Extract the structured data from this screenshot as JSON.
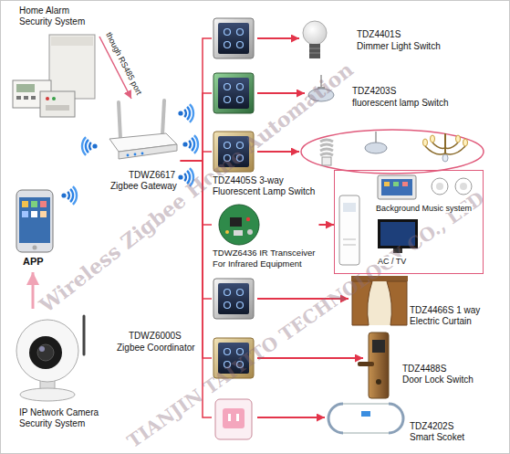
{
  "diagram": {
    "nodes": [
      {
        "text": [
          "Home Alarm Security System"
        ]
      },
      {
        "text": [
          "TDWZ6617",
          "Zigbee Gateway"
        ]
      },
      {
        "text": [
          "APP"
        ]
      },
      {
        "text": [
          "IP Network Camera Security System"
        ]
      },
      {
        "text": [
          "TDZ4401S",
          "Dimmer Light Switch"
        ]
      },
      {
        "text": [
          "TDZ4203S",
          "fluorescent lamp Switch"
        ]
      },
      {
        "text": [
          "TDZ4405S 3-way",
          "Fluorescent Lamp Switch"
        ]
      },
      {
        "text": [
          "TDWZ6436 IR Transceiver",
          "For Infrared Equipment"
        ]
      },
      {
        "text": [
          "Background Music system",
          "AC / TV"
        ]
      },
      {
        "text": [
          "TDZ4466S 1 way",
          "Electric Curtain"
        ]
      },
      {
        "text": [
          "TDZ4488S",
          "Door Lock Switch"
        ]
      },
      {
        "text": [
          "TDZ4202S",
          "Smart Scoket"
        ]
      }
    ],
    "edges": [
      {
        "from": 0,
        "to": 1,
        "arrow": "to",
        "label": "though RS485 port"
      },
      {
        "from": 3,
        "to": 2,
        "arrow": "to"
      },
      {
        "from": 1,
        "to": 4,
        "arrow": "none"
      },
      {
        "from": 1,
        "to": 5,
        "arrow": "none"
      },
      {
        "from": 1,
        "to": 6,
        "arrow": "none"
      },
      {
        "from": 1,
        "to": 7,
        "arrow": "none"
      },
      {
        "from": 1,
        "to": 9,
        "arrow": "none"
      },
      {
        "from": 1,
        "to": 10,
        "arrow": "none"
      },
      {
        "from": 1,
        "to": 11,
        "arrow": "none"
      },
      {
        "from": 7,
        "to": 8,
        "arrow": "to"
      }
    ],
    "labels": [
      "TDWZ6000S",
      "Zigbee Coordinator",
      "Wireless Zigbee Home Automation",
      "TIANJIN TAIYITO TECHNOLOGY CO., LTD"
    ]
  }
}
